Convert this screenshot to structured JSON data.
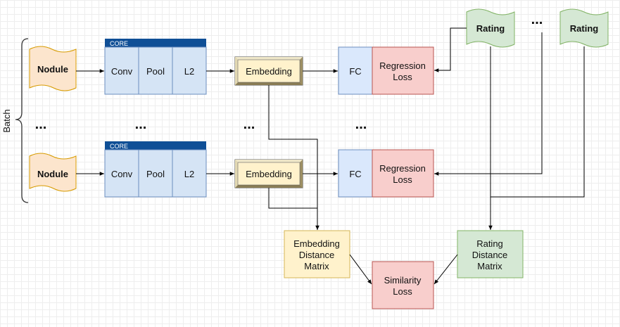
{
  "batch_label": "Batch",
  "ellipsis": "...",
  "nodule_label": "Nodule",
  "core": {
    "header": "CORE",
    "conv": "Conv",
    "pool": "Pool",
    "l2": "L2"
  },
  "embedding_label": "Embedding",
  "fc_label": "FC",
  "regression_loss": [
    "Regression",
    "Loss"
  ],
  "rating_label": "Rating",
  "embedding_distance_matrix": [
    "Embedding",
    "Distance",
    "Matrix"
  ],
  "rating_distance_matrix": [
    "Rating",
    "Distance",
    "Matrix"
  ],
  "similarity_loss": [
    "Similarity",
    "Loss"
  ],
  "colors": {
    "nodule_fill": "#fce5cd",
    "core_fill": "#d5e4f5",
    "core_header": "#0f4f96",
    "embedding_fill": "#fff2cc",
    "fc_fill": "#dae8fc",
    "loss_fill": "#f8cecc",
    "rating_fill": "#d5e8d4",
    "edm_fill": "#fff2cc",
    "rdm_fill": "#d5e8d4",
    "similarity_fill": "#f8cecc"
  }
}
